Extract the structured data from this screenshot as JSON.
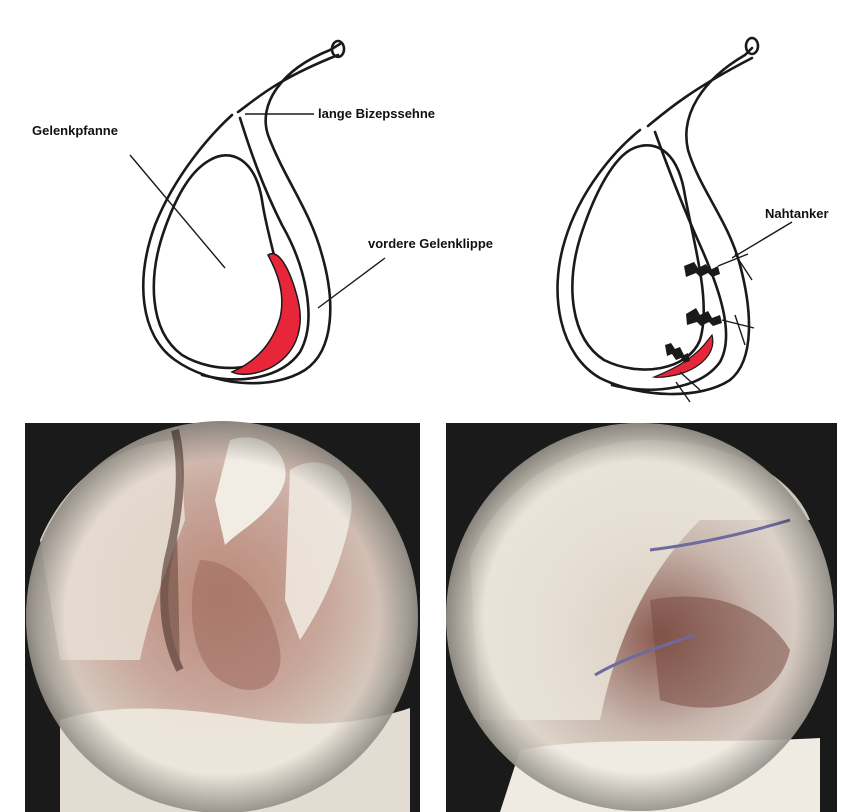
{
  "labels": {
    "glenoid": "Gelenkpfanne",
    "biceps_tendon": "lange Bizepssehne",
    "anterior_labrum": "vordere Gelenklippe",
    "suture_anchor": "Nahtanker"
  },
  "colors": {
    "labrum_red": "#e8263a",
    "ink": "#1a1a1a",
    "scope_bg": "#1a1a1a"
  },
  "photos": [
    {
      "id": "before",
      "view": "arthroscopic view, torn labrum"
    },
    {
      "id": "after",
      "view": "arthroscopic view, labrum refixed with anchors"
    }
  ]
}
